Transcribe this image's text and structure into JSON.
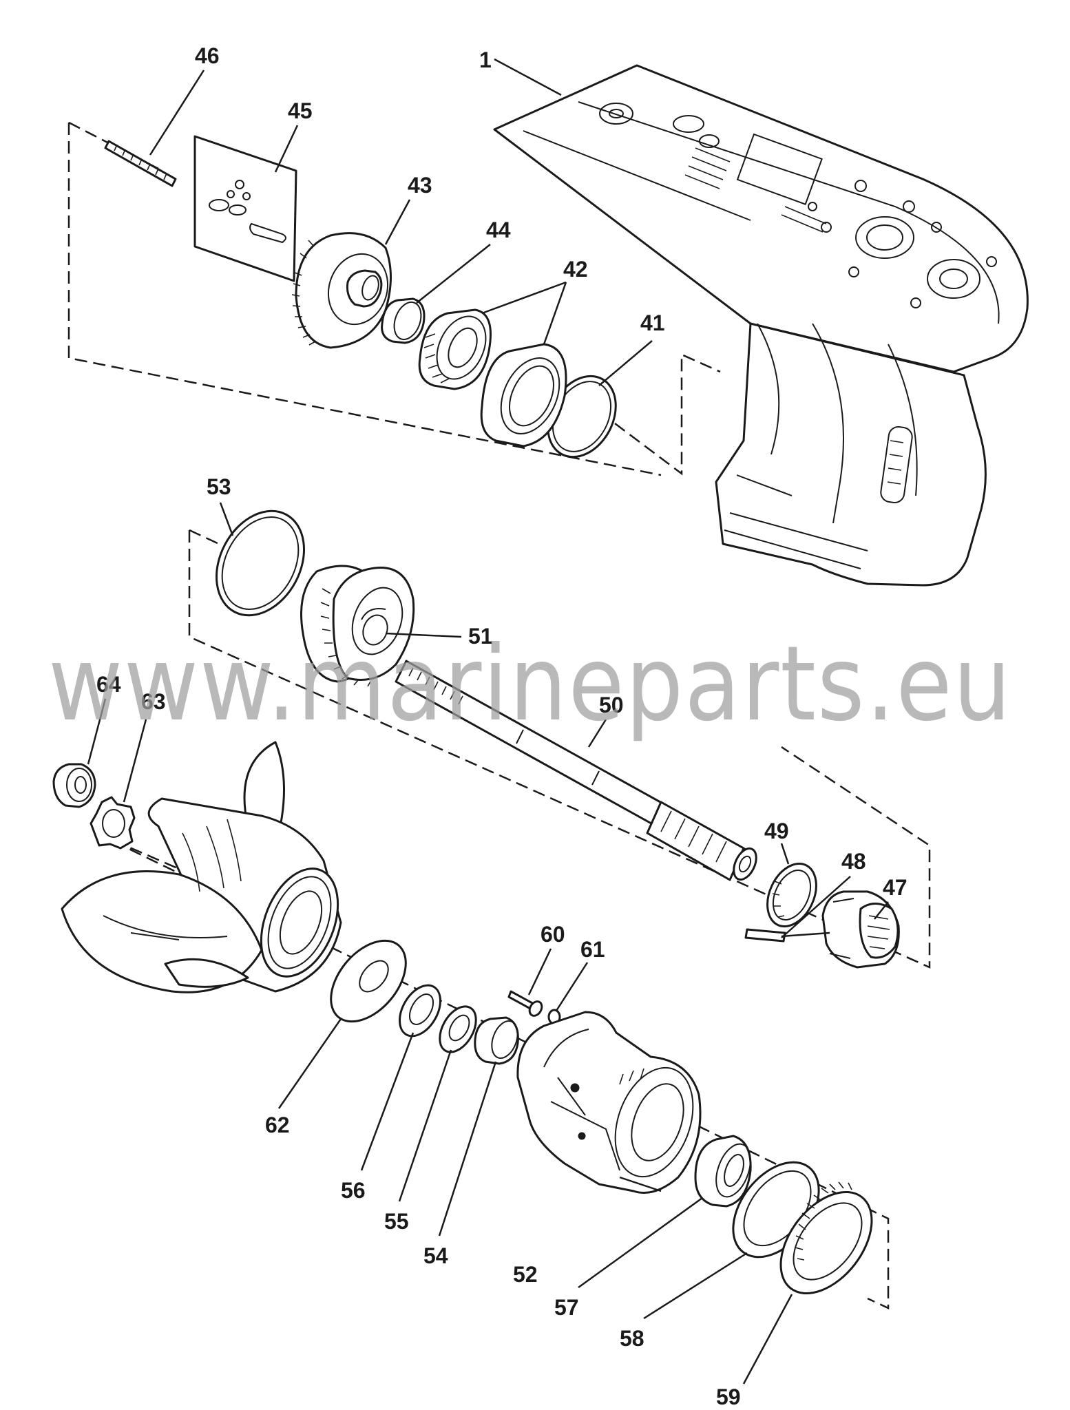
{
  "watermark": "www.marineparts.eu",
  "callouts": [
    {
      "id": "n1",
      "text": "1"
    },
    {
      "id": "n41",
      "text": "41"
    },
    {
      "id": "n42",
      "text": "42"
    },
    {
      "id": "n43",
      "text": "43"
    },
    {
      "id": "n44",
      "text": "44"
    },
    {
      "id": "n45",
      "text": "45"
    },
    {
      "id": "n46",
      "text": "46"
    },
    {
      "id": "n47",
      "text": "47"
    },
    {
      "id": "n48",
      "text": "48"
    },
    {
      "id": "n49",
      "text": "49"
    },
    {
      "id": "n50",
      "text": "50"
    },
    {
      "id": "n51",
      "text": "51"
    },
    {
      "id": "n52",
      "text": "52"
    },
    {
      "id": "n53",
      "text": "53"
    },
    {
      "id": "n54",
      "text": "54"
    },
    {
      "id": "n55",
      "text": "55"
    },
    {
      "id": "n56",
      "text": "56"
    },
    {
      "id": "n57",
      "text": "57"
    },
    {
      "id": "n58",
      "text": "58"
    },
    {
      "id": "n59",
      "text": "59"
    },
    {
      "id": "n60",
      "text": "60"
    },
    {
      "id": "n61",
      "text": "61"
    },
    {
      "id": "n62",
      "text": "62"
    },
    {
      "id": "n63",
      "text": "63"
    },
    {
      "id": "n64",
      "text": "64"
    }
  ]
}
